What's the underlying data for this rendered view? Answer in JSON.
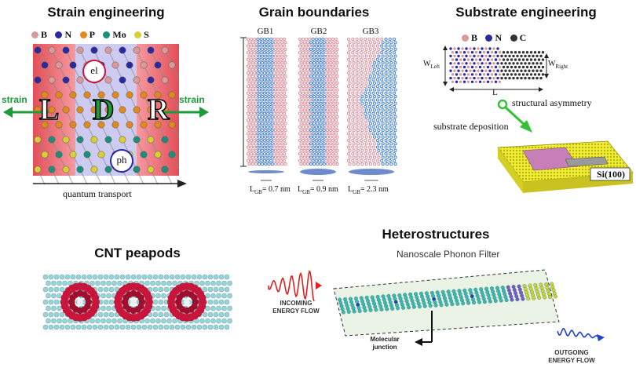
{
  "strain": {
    "title": "Strain engineering",
    "legend": [
      {
        "label": "B",
        "color": "#d99a9a"
      },
      {
        "label": "N",
        "color": "#2a2aa0"
      },
      {
        "label": "P",
        "color": "#e08a1e"
      },
      {
        "label": "Mo",
        "color": "#1a8f7a"
      },
      {
        "label": "S",
        "color": "#d8cf35"
      }
    ],
    "strain_left": "strain",
    "strain_right": "strain",
    "region_l": "L",
    "region_d": "D",
    "region_r": "R",
    "el": "el",
    "ph": "ph",
    "transport": "quantum transport",
    "colors": {
      "lead": "#e85b63",
      "device": "#c9c8ef",
      "arrow": "#1e9a3a"
    }
  },
  "grain": {
    "title": "Grain boundaries",
    "panels": [
      {
        "label": "GB1",
        "lgb_sub": "GB",
        "lgb_value": "= 0.7 nm"
      },
      {
        "label": "GB2",
        "lgb_sub": "GB",
        "lgb_value": "= 0.9 nm"
      },
      {
        "label": "GB3",
        "lgb_sub": "GB",
        "lgb_value": "= 2.3 nm"
      }
    ],
    "lgb_main": "L",
    "colors": {
      "bn": "#d98a96",
      "blue": "#3a7ad6"
    }
  },
  "substrate": {
    "title": "Substrate engineering",
    "legend": [
      {
        "label": "B",
        "color": "#d99a9a"
      },
      {
        "label": "N",
        "color": "#2a2aa0"
      },
      {
        "label": "C",
        "color": "#333333"
      }
    ],
    "w_left_main": "W",
    "w_left_sub": "Left",
    "w_right_main": "W",
    "w_right_sub": "Right",
    "length": "L",
    "asymmetry": "structural asymmetry",
    "deposition": "substrate deposition",
    "si_label": "Si(100)",
    "colors": {
      "si": "#e6e61e",
      "sheet": "#c77fb8",
      "arrow": "#35c035"
    }
  },
  "cnt": {
    "title": "CNT peapods",
    "colors": {
      "tube": "#8fd0d6",
      "pea": "#c8153c"
    }
  },
  "hetero": {
    "title": "Heterostructures",
    "subtitle": "Nanoscale Phonon Filter",
    "incoming": [
      "INCOMING",
      "ENERGY FLOW"
    ],
    "outgoing": [
      "OUTGOING",
      "ENERGY FLOW"
    ],
    "junction": [
      "Molecular",
      "junction"
    ],
    "colors": {
      "in_wave": "#e02020",
      "out_wave": "#2040d0",
      "chain": "#3fb8b0",
      "box": "#eaf3e6"
    }
  }
}
